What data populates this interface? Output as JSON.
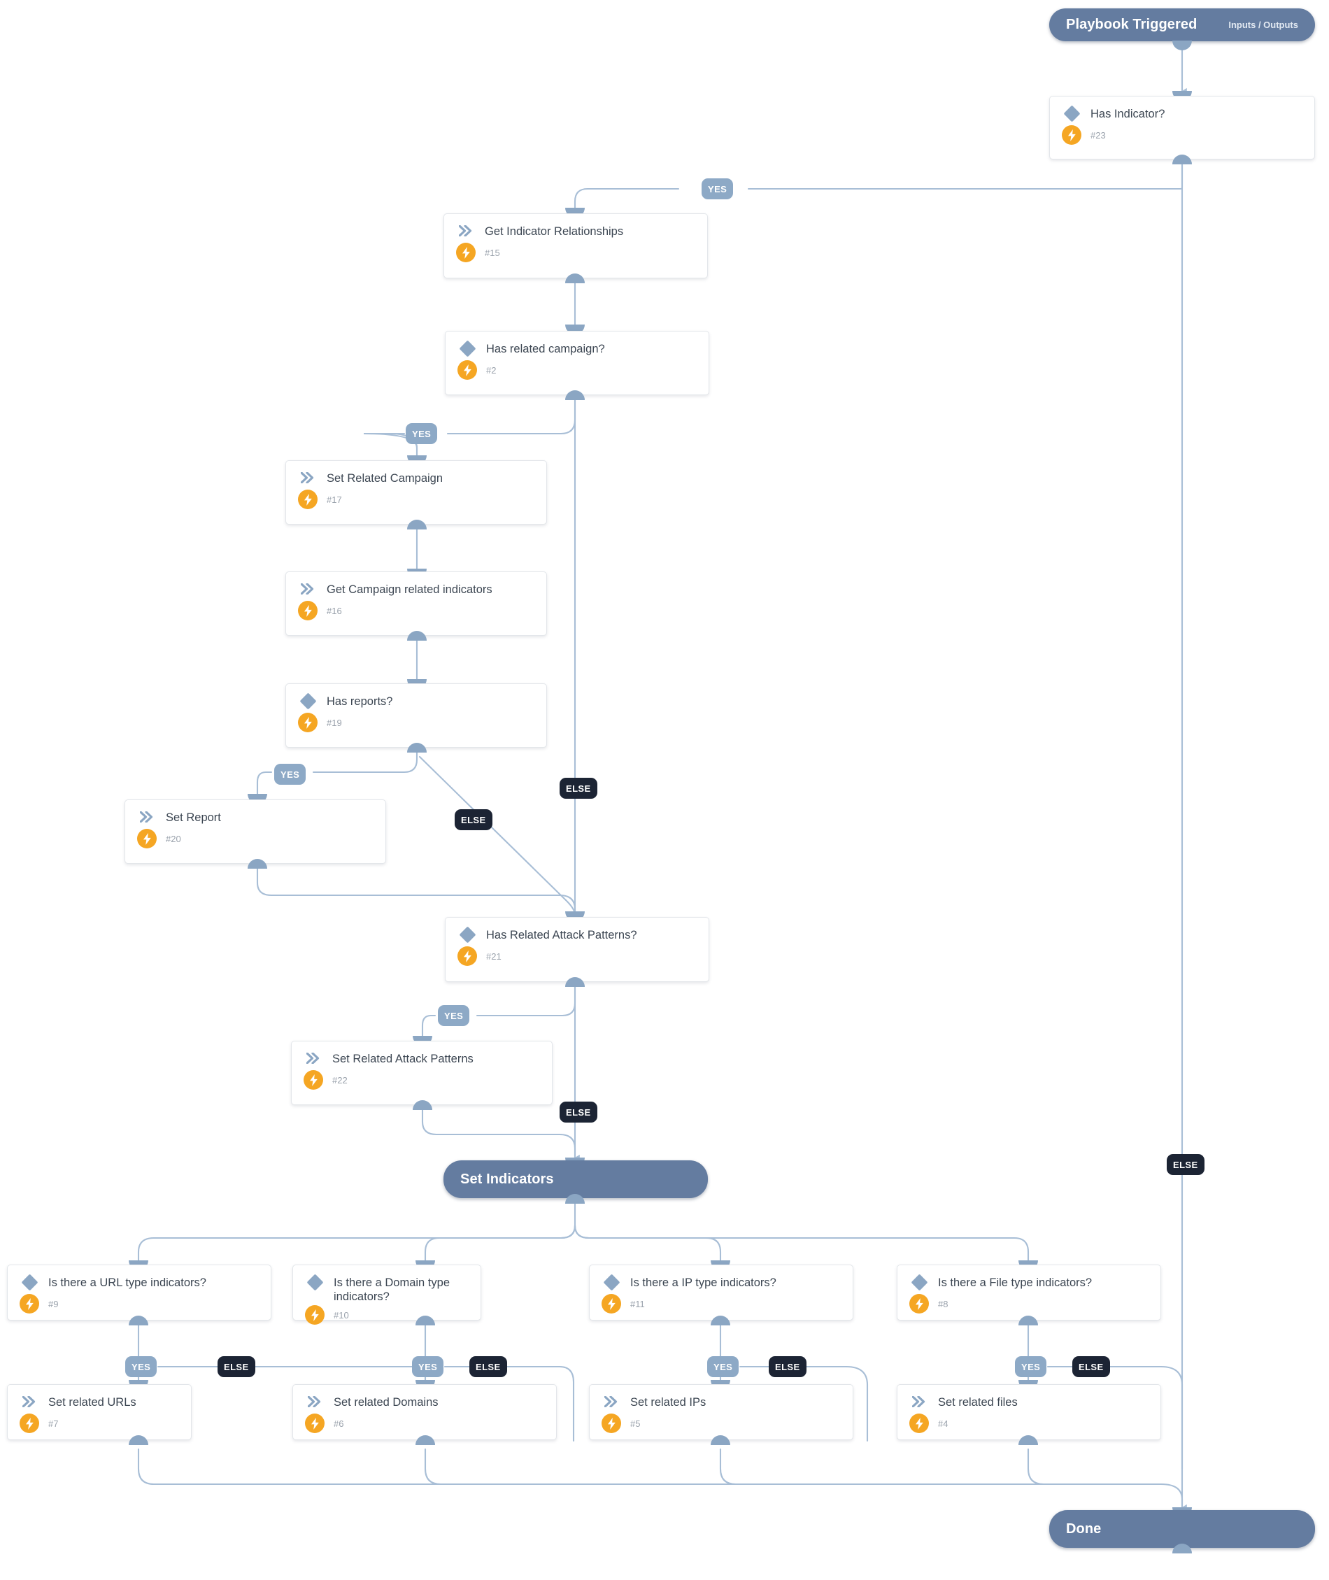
{
  "diagram": {
    "type": "playbook-flow",
    "title": "Playbook Triggered"
  },
  "terminals": {
    "start": {
      "title": "Playbook Triggered",
      "sub": "Inputs / Outputs"
    },
    "middle": {
      "title": "Set Indicators",
      "sub": ""
    },
    "end": {
      "title": "Done",
      "sub": ""
    }
  },
  "nodes": [
    {
      "key": "has_indicator",
      "title": "Has Indicator?",
      "id": "#23",
      "kind": "condition"
    },
    {
      "key": "get_rel",
      "title": "Get Indicator Relationships",
      "id": "#15",
      "kind": "task"
    },
    {
      "key": "has_campaign",
      "title": "Has related campaign?",
      "id": "#2",
      "kind": "condition"
    },
    {
      "key": "set_campaign",
      "title": "Set Related Campaign",
      "id": "#17",
      "kind": "task"
    },
    {
      "key": "get_campaign_ind",
      "title": "Get Campaign related indicators",
      "id": "#16",
      "kind": "task"
    },
    {
      "key": "has_reports",
      "title": "Has reports?",
      "id": "#19",
      "kind": "condition"
    },
    {
      "key": "set_report",
      "title": "Set Report",
      "id": "#20",
      "kind": "task"
    },
    {
      "key": "has_attack",
      "title": "Has Related Attack Patterns?",
      "id": "#21",
      "kind": "condition"
    },
    {
      "key": "set_attack",
      "title": "Set Related Attack Patterns",
      "id": "#22",
      "kind": "task"
    },
    {
      "key": "is_url",
      "title": "Is there a URL type indicators?",
      "id": "#9",
      "kind": "condition"
    },
    {
      "key": "is_domain",
      "title": "Is there a Domain type indicators?",
      "id": "#10",
      "kind": "condition"
    },
    {
      "key": "is_ip",
      "title": "Is there a IP type indicators?",
      "id": "#11",
      "kind": "condition"
    },
    {
      "key": "is_file",
      "title": "Is there a File type indicators?",
      "id": "#8",
      "kind": "condition"
    },
    {
      "key": "set_urls",
      "title": "Set related URLs",
      "id": "#7",
      "kind": "task"
    },
    {
      "key": "set_domains",
      "title": "Set related Domains",
      "id": "#6",
      "kind": "task"
    },
    {
      "key": "set_ips",
      "title": "Set related IPs",
      "id": "#5",
      "kind": "task"
    },
    {
      "key": "set_files",
      "title": "Set related files",
      "id": "#4",
      "kind": "task"
    }
  ],
  "branch_labels": {
    "yes": "YES",
    "else": "ELSE",
    "b_indicator_yes": "YES",
    "b_indicator_else": "ELSE",
    "b_campaign_yes": "YES",
    "b_campaign_else": "ELSE",
    "b_reports_yes": "YES",
    "b_reports_else": "ELSE",
    "b_attack_yes": "YES",
    "b_attack_else": "ELSE",
    "b_url_yes": "YES",
    "b_url_else": "ELSE",
    "b_domain_yes": "YES",
    "b_domain_else": "ELSE",
    "b_ip_yes": "YES",
    "b_ip_else": "ELSE",
    "b_file_yes": "YES",
    "b_file_else": "ELSE"
  },
  "icons": {
    "condition": "diamond-icon",
    "task": "double-chevron-icon",
    "automation": "lightning-bolt-icon"
  },
  "colors": {
    "terminal_fill": "#647ca0",
    "card_fill": "#ffffff",
    "card_border": "#e3e6ea",
    "edge": "#a8bed6",
    "socket": "#8ba6c3",
    "diamond": "#8ba6c3",
    "chevron": "#8ba6c3",
    "bolt_circle": "#f5a623",
    "yes_badge": "#8da9c6",
    "else_badge": "#1c2434",
    "title_text": "#3c4652",
    "id_text": "#9aa2ac"
  }
}
